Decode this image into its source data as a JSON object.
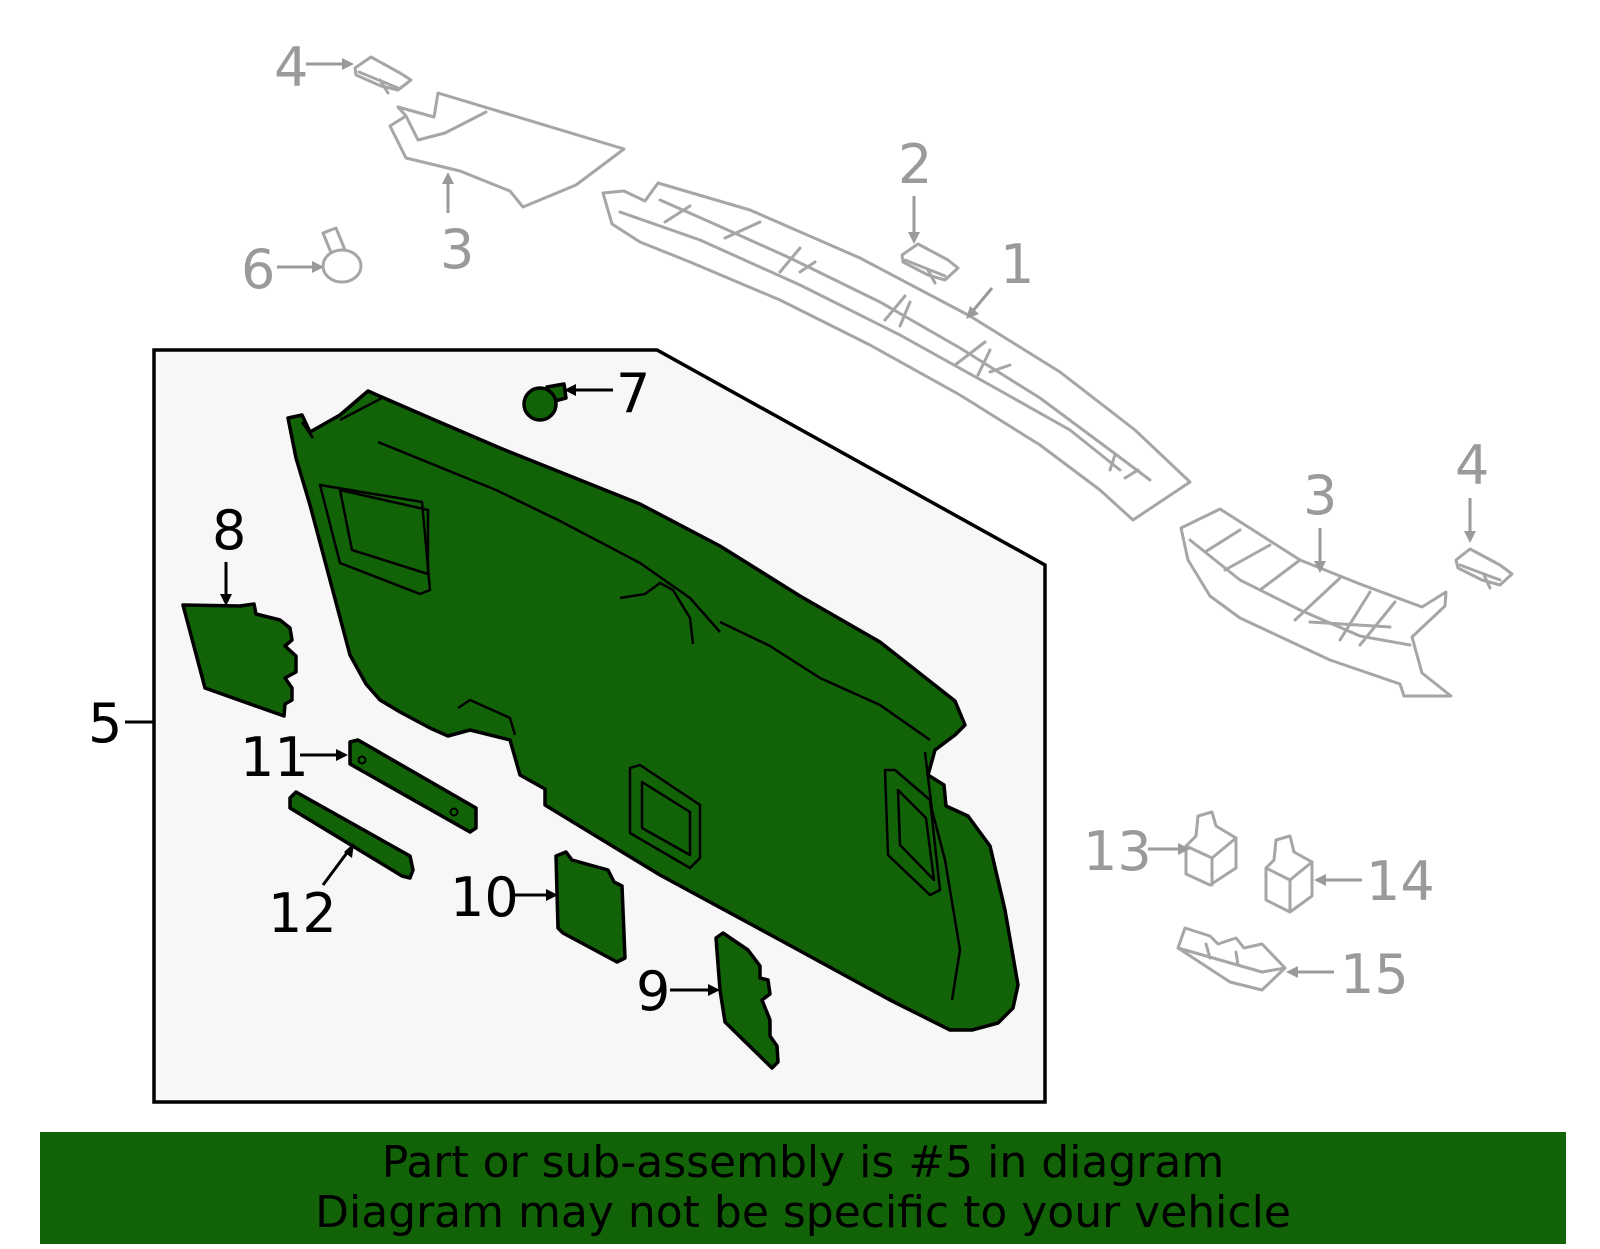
{
  "colors": {
    "highlight": "#126307",
    "ghost_line": "#a6a6a6",
    "ghost_label": "#9a9a9a",
    "box_fill": "#f7f7f7",
    "banner_text": "#000000"
  },
  "callouts": {
    "p1": "1",
    "p2": "2",
    "p3a": "3",
    "p3b": "3",
    "p4a": "4",
    "p4b": "4",
    "p5": "5",
    "p6": "6",
    "p7": "7",
    "p8": "8",
    "p9": "9",
    "p10": "10",
    "p11": "11",
    "p12": "12",
    "p13": "13",
    "p14": "14",
    "p15": "15"
  },
  "highlighted_part": "5",
  "banner": {
    "line1": "Part or sub-assembly is #5 in diagram",
    "line2": "Diagram may not be specific to your vehicle"
  }
}
